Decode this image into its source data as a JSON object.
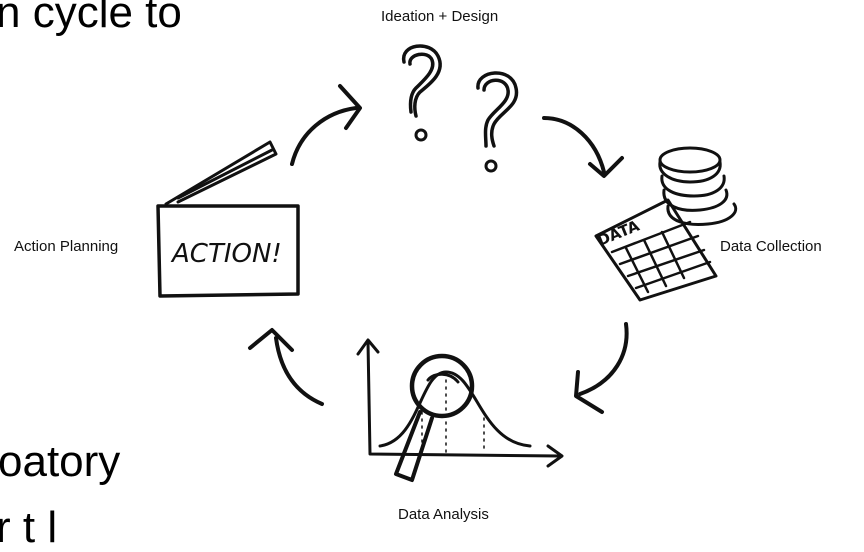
{
  "slide_fragments": {
    "top": "n cycle to",
    "middle": "oatory",
    "bottom": "r      t      l"
  },
  "cycle": {
    "stages": {
      "ideation": "Ideation + Design",
      "collection": "Data Collection",
      "analysis": "Data Analysis",
      "planning": "Action Planning"
    },
    "sketch_text": {
      "action_sign": "ACTION!",
      "data_sheet": "DATA"
    }
  },
  "colors": {
    "ink": "#111111",
    "background": "#ffffff"
  }
}
